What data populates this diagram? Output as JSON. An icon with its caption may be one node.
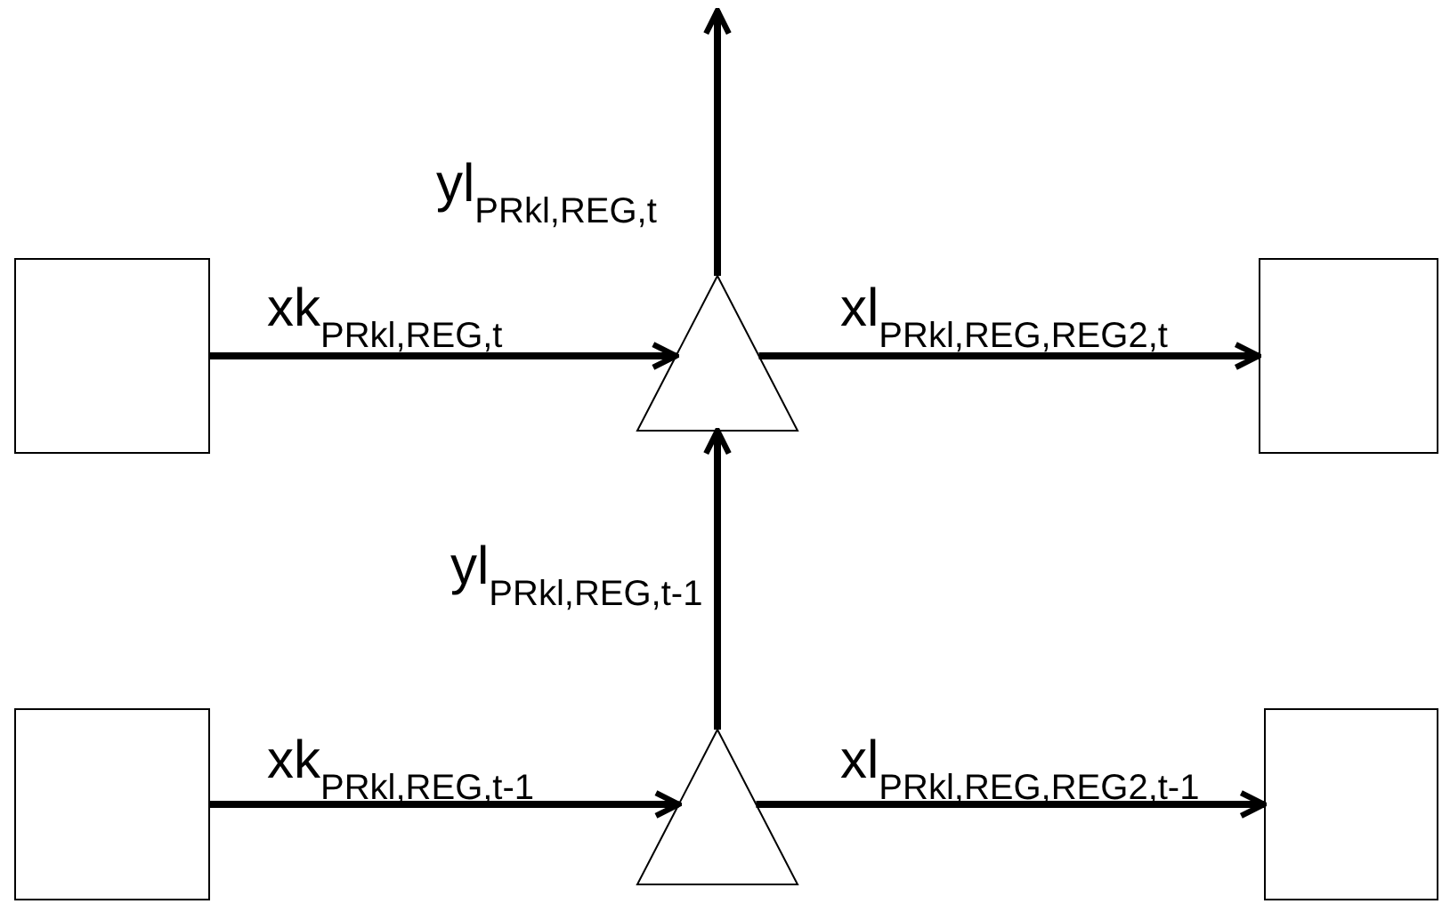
{
  "diagram": {
    "nodes": [
      {
        "text": [],
        "shape": "box"
      },
      {
        "text": [],
        "shape": "triangle"
      },
      {
        "text": [],
        "shape": "box"
      },
      {
        "text": [],
        "shape": "box"
      },
      {
        "text": [],
        "shape": "triangle"
      },
      {
        "text": [],
        "shape": "box"
      }
    ],
    "edges": [
      {
        "from": 1,
        "to": null,
        "arrow": "to",
        "label": "yl$_{PRkl,REG,t}$"
      },
      {
        "from": 0,
        "to": 1,
        "arrow": "to",
        "label": "xk$_{PRkl,REG,t}$"
      },
      {
        "from": 1,
        "to": 2,
        "arrow": "to",
        "label": "xl$_{PRkl,REG,REG2,t}$"
      },
      {
        "from": 4,
        "to": 1,
        "arrow": "to",
        "label": "yl$_{PRkl,REG,t-1}$"
      },
      {
        "from": 3,
        "to": 4,
        "arrow": "to",
        "label": "xk$_{PRkl,REG,t-1}$"
      },
      {
        "from": 4,
        "to": 5,
        "arrow": "to",
        "label": "xl$_{PRkl,REG,REG2,t-1}$"
      }
    ]
  }
}
